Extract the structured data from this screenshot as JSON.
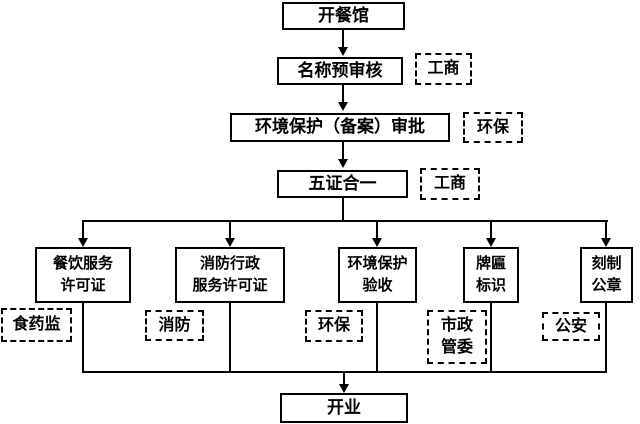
{
  "diagram": {
    "type": "flowchart",
    "title_implicit": "开餐馆办证流程",
    "colors": {
      "background": "#ffffff",
      "line": "#000000",
      "text": "#000000"
    },
    "nodes": {
      "start": "开餐馆",
      "name_precheck": "名称预审核",
      "env_filing_approval": "环境保护（备案）审批",
      "five_certs_in_one": "五证合一",
      "catering_license": "餐饮服务\n许可证",
      "fire_license": "消防行政\n服务许可证",
      "env_acceptance": "环境保护\n验收",
      "plaque_sign": "牌匾\n标识",
      "official_seal": "刻制\n公章",
      "opening": "开业"
    },
    "agencies": {
      "gongshang_1": "工商",
      "huanbao_1": "环保",
      "gongshang_2": "工商",
      "shiyaojian": "食药监",
      "xiaofang": "消防",
      "huanbao_2": "环保",
      "shizheng_guanwei": "市政\n管委",
      "gongan": "公安"
    },
    "edges": [
      "开餐馆 -> 名称预审核",
      "名称预审核 -> 环境保护（备案）审批",
      "环境保护（备案）审批 -> 五证合一",
      "五证合一 -> 餐饮服务许可证",
      "五证合一 -> 消防行政服务许可证",
      "五证合一 -> 环境保护验收",
      "五证合一 -> 牌匾标识",
      "五证合一 -> 刻制公章",
      "餐饮服务许可证 -> 开业",
      "消防行政服务许可证 -> 开业",
      "环境保护验收 -> 开业",
      "牌匾标识 -> 开业",
      "刻制公章 -> 开业"
    ]
  }
}
